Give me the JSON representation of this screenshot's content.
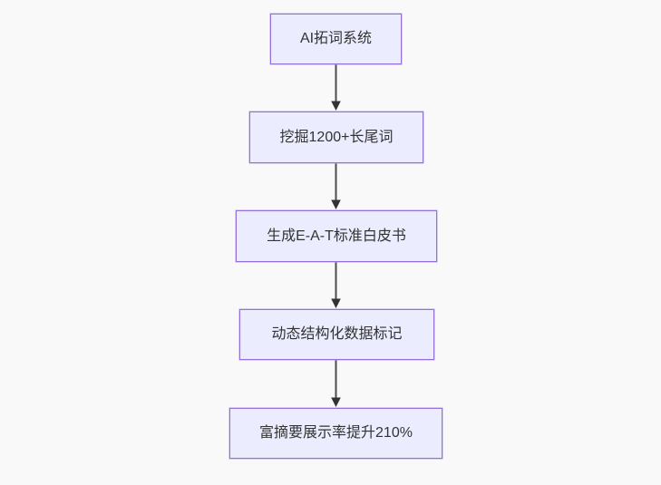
{
  "diagram": {
    "type": "flowchart",
    "direction": "top-down",
    "background_color": "#f9f9f9",
    "node_fill_color": "#ECECFF",
    "node_border_color": "#9370DB",
    "text_color": "#333333",
    "arrow_color": "#3d3d3d",
    "nodes": [
      {
        "id": "step-1",
        "label": "AI拓词系统"
      },
      {
        "id": "step-2",
        "label": "挖掘1200+长尾词"
      },
      {
        "id": "step-3",
        "label": "生成E-A-T标准白皮书"
      },
      {
        "id": "step-4",
        "label": "动态结构化数据标记"
      },
      {
        "id": "step-5",
        "label": "富摘要展示率提升210%"
      }
    ],
    "edges": [
      {
        "from": "step-1",
        "to": "step-2"
      },
      {
        "from": "step-2",
        "to": "step-3"
      },
      {
        "from": "step-3",
        "to": "step-4"
      },
      {
        "from": "step-4",
        "to": "step-5"
      }
    ]
  }
}
